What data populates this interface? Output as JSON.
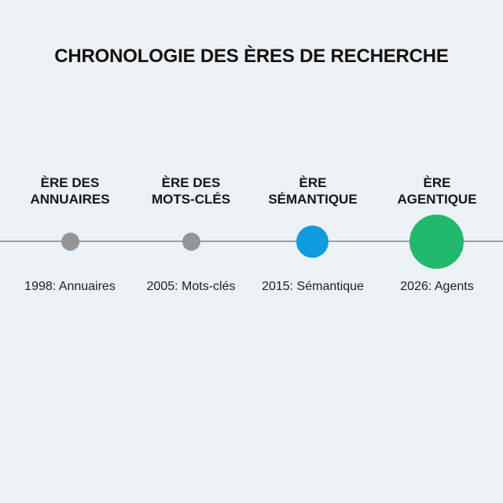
{
  "title": "CHRONOLOGIE DES ÈRES DE RECHERCHE",
  "colors": {
    "background": "#ecf1f5",
    "axis_line": "#9da2a6",
    "past_era": "#959595",
    "semantic_era": "#0e9be0",
    "agentic_era": "#22b86d"
  },
  "eras": [
    {
      "label_line1": "ÈRE DES",
      "label_line2": "ANNUAIRES",
      "date_label": "1998: Annuaires",
      "year": 1998,
      "color": "#959595",
      "size": "small"
    },
    {
      "label_line1": "ÈRE DES",
      "label_line2": "MOTS-CLÉS",
      "date_label": "2005: Mots-clés",
      "year": 2005,
      "color": "#959595",
      "size": "small"
    },
    {
      "label_line1": "ÈRE",
      "label_line2": "SÉMANTIQUE",
      "date_label": "2015: Sémantique",
      "year": 2015,
      "color": "#0e9be0",
      "size": "medium"
    },
    {
      "label_line1": "ÈRE",
      "label_line2": "AGENTIQUE",
      "date_label": "2026: Agents",
      "year": 2026,
      "color": "#22b86d",
      "size": "large"
    }
  ]
}
